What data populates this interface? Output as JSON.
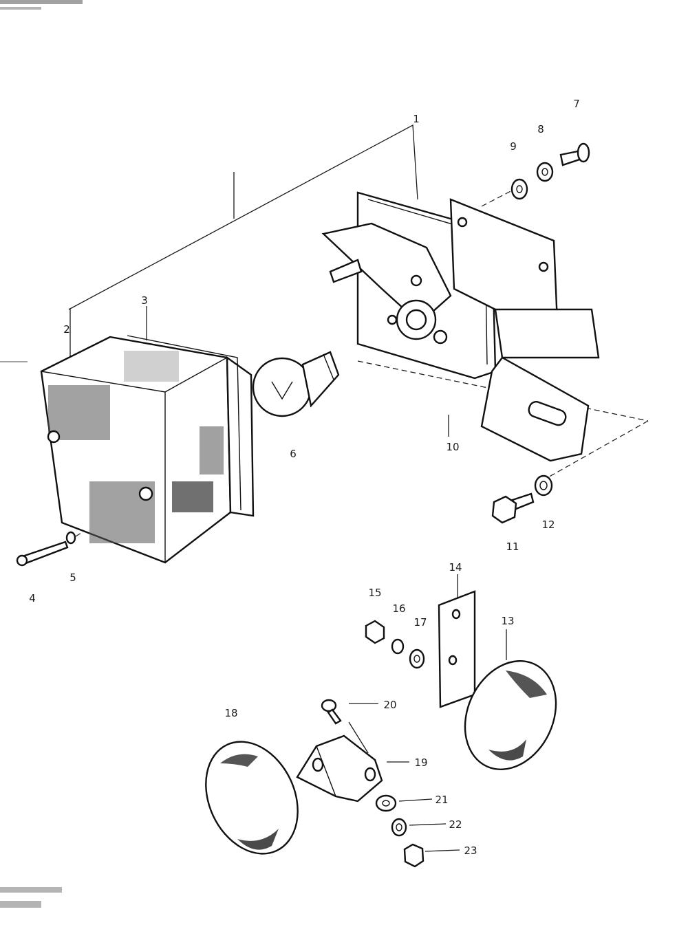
{
  "parts": [
    {
      "number": "1",
      "name": "tail-light-assembly"
    },
    {
      "number": "2",
      "name": "tail-lens"
    },
    {
      "number": "3",
      "name": "lens-gasket"
    },
    {
      "number": "4",
      "name": "lens-screw"
    },
    {
      "number": "5",
      "name": "lens-screw-washer"
    },
    {
      "number": "6",
      "name": "tail-bulb"
    },
    {
      "number": "7",
      "name": "housing-bolt"
    },
    {
      "number": "8",
      "name": "lock-washer"
    },
    {
      "number": "9",
      "name": "flat-washer"
    },
    {
      "number": "10",
      "name": "bracket"
    },
    {
      "number": "11",
      "name": "bracket-bolt"
    },
    {
      "number": "12",
      "name": "bracket-washer"
    },
    {
      "number": "13",
      "name": "reflector-right"
    },
    {
      "number": "14",
      "name": "reflector-plate"
    },
    {
      "number": "15",
      "name": "nut"
    },
    {
      "number": "16",
      "name": "lock-washer"
    },
    {
      "number": "17",
      "name": "washer"
    },
    {
      "number": "18",
      "name": "reflector-left"
    },
    {
      "number": "19",
      "name": "reflector-bracket"
    },
    {
      "number": "20",
      "name": "bracket-screw"
    },
    {
      "number": "21",
      "name": "washer"
    },
    {
      "number": "22",
      "name": "lock-washer"
    },
    {
      "number": "23",
      "name": "nut"
    }
  ],
  "colors": {
    "ink": "#1a1a1a",
    "paper": "#ffffff"
  }
}
